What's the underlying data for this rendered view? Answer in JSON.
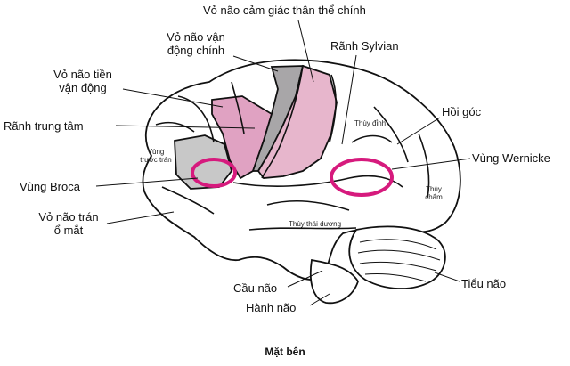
{
  "labels": {
    "somatosensory_cortex": "Vỏ não cảm giác thân thể chính",
    "motor_cortex_line1": "Vỏ não vận",
    "motor_cortex_line2": "động chính",
    "sylvian_fissure": "Rãnh Sylvian",
    "premotor_line1": "Vỏ não tiền",
    "premotor_line2": "vận động",
    "angular_gyrus": "Hồi góc",
    "central_sulcus": "Rãnh trung tâm",
    "wernicke": "Vùng Wernicke",
    "broca": "Vùng Broca",
    "orbitofrontal_line1": "Vỏ não trán",
    "orbitofrontal_line2": "ổ mắt",
    "cerebellum": "Tiểu não",
    "pons": "Cầu não",
    "medulla": "Hành não"
  },
  "inner_labels": {
    "parietal_lobe": "Thùy đỉnh",
    "prefrontal_line1": "Vùng",
    "prefrontal_line2": "trước trán",
    "occipital_line1": "Thùy",
    "occipital_line2": "chẩm",
    "temporal_lobe": "Thùy thái dương"
  },
  "caption": "Mặt bên",
  "colors": {
    "outline": "#111111",
    "motor_gray": "#a8a6a8",
    "premotor_pink": "#e0a2c2",
    "sensory_pink": "#e7b6cc",
    "prefrontal_gray": "#c8c8c8",
    "highlight_ring": "#d61a7d"
  }
}
